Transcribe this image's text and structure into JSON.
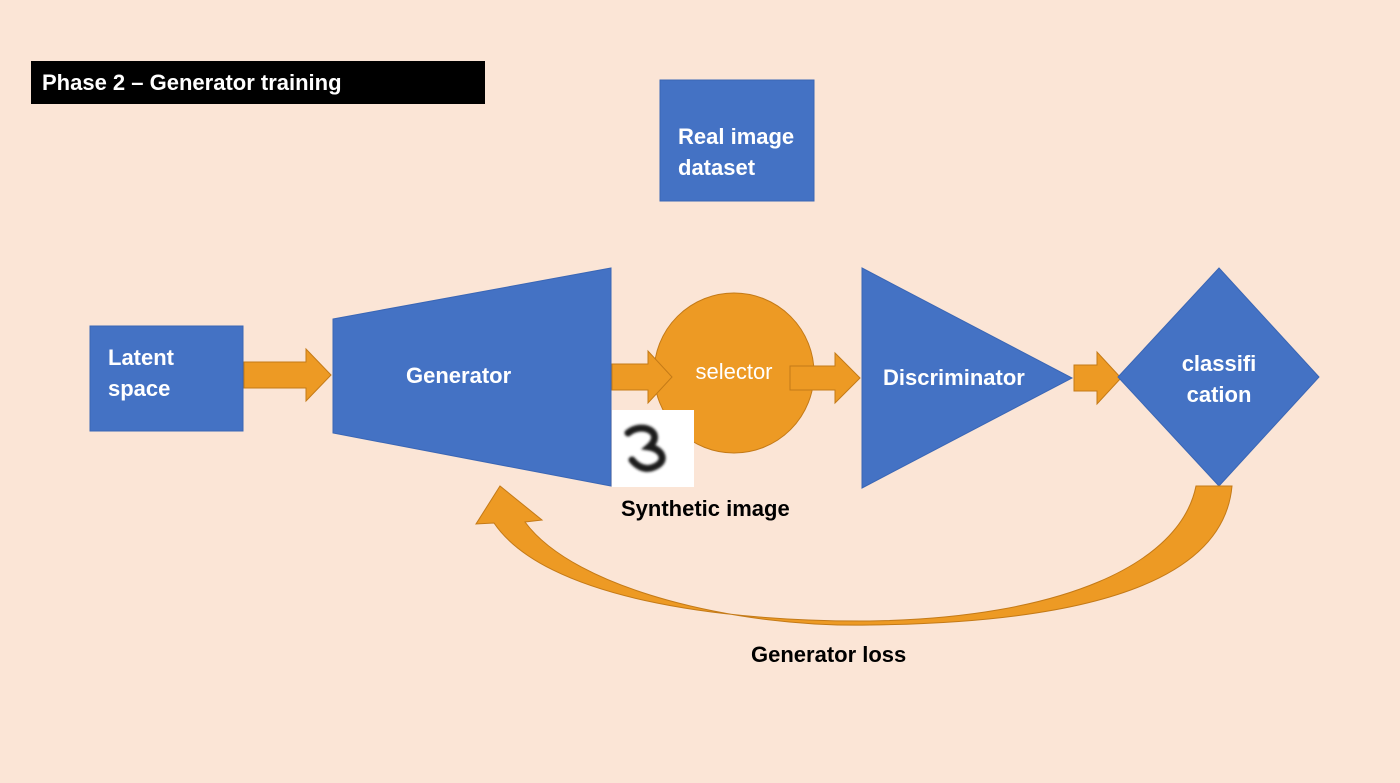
{
  "title": "Phase 2 – Generator training",
  "nodes": {
    "real_dataset": "Real image\ndataset",
    "latent_space": "Latent\nspace",
    "generator": "Generator",
    "selector": "selector",
    "discriminator": "Discriminator",
    "classification": "classifi\ncation"
  },
  "labels": {
    "synthetic_image": "Synthetic image",
    "generator_loss": "Generator loss"
  },
  "colors": {
    "background": "#fbe5d6",
    "blue": "#4472c4",
    "orange": "#ed9a24",
    "banner": "#000000"
  },
  "icons": {
    "synthetic_sample": "handwritten-digit-3-thumbnail"
  }
}
